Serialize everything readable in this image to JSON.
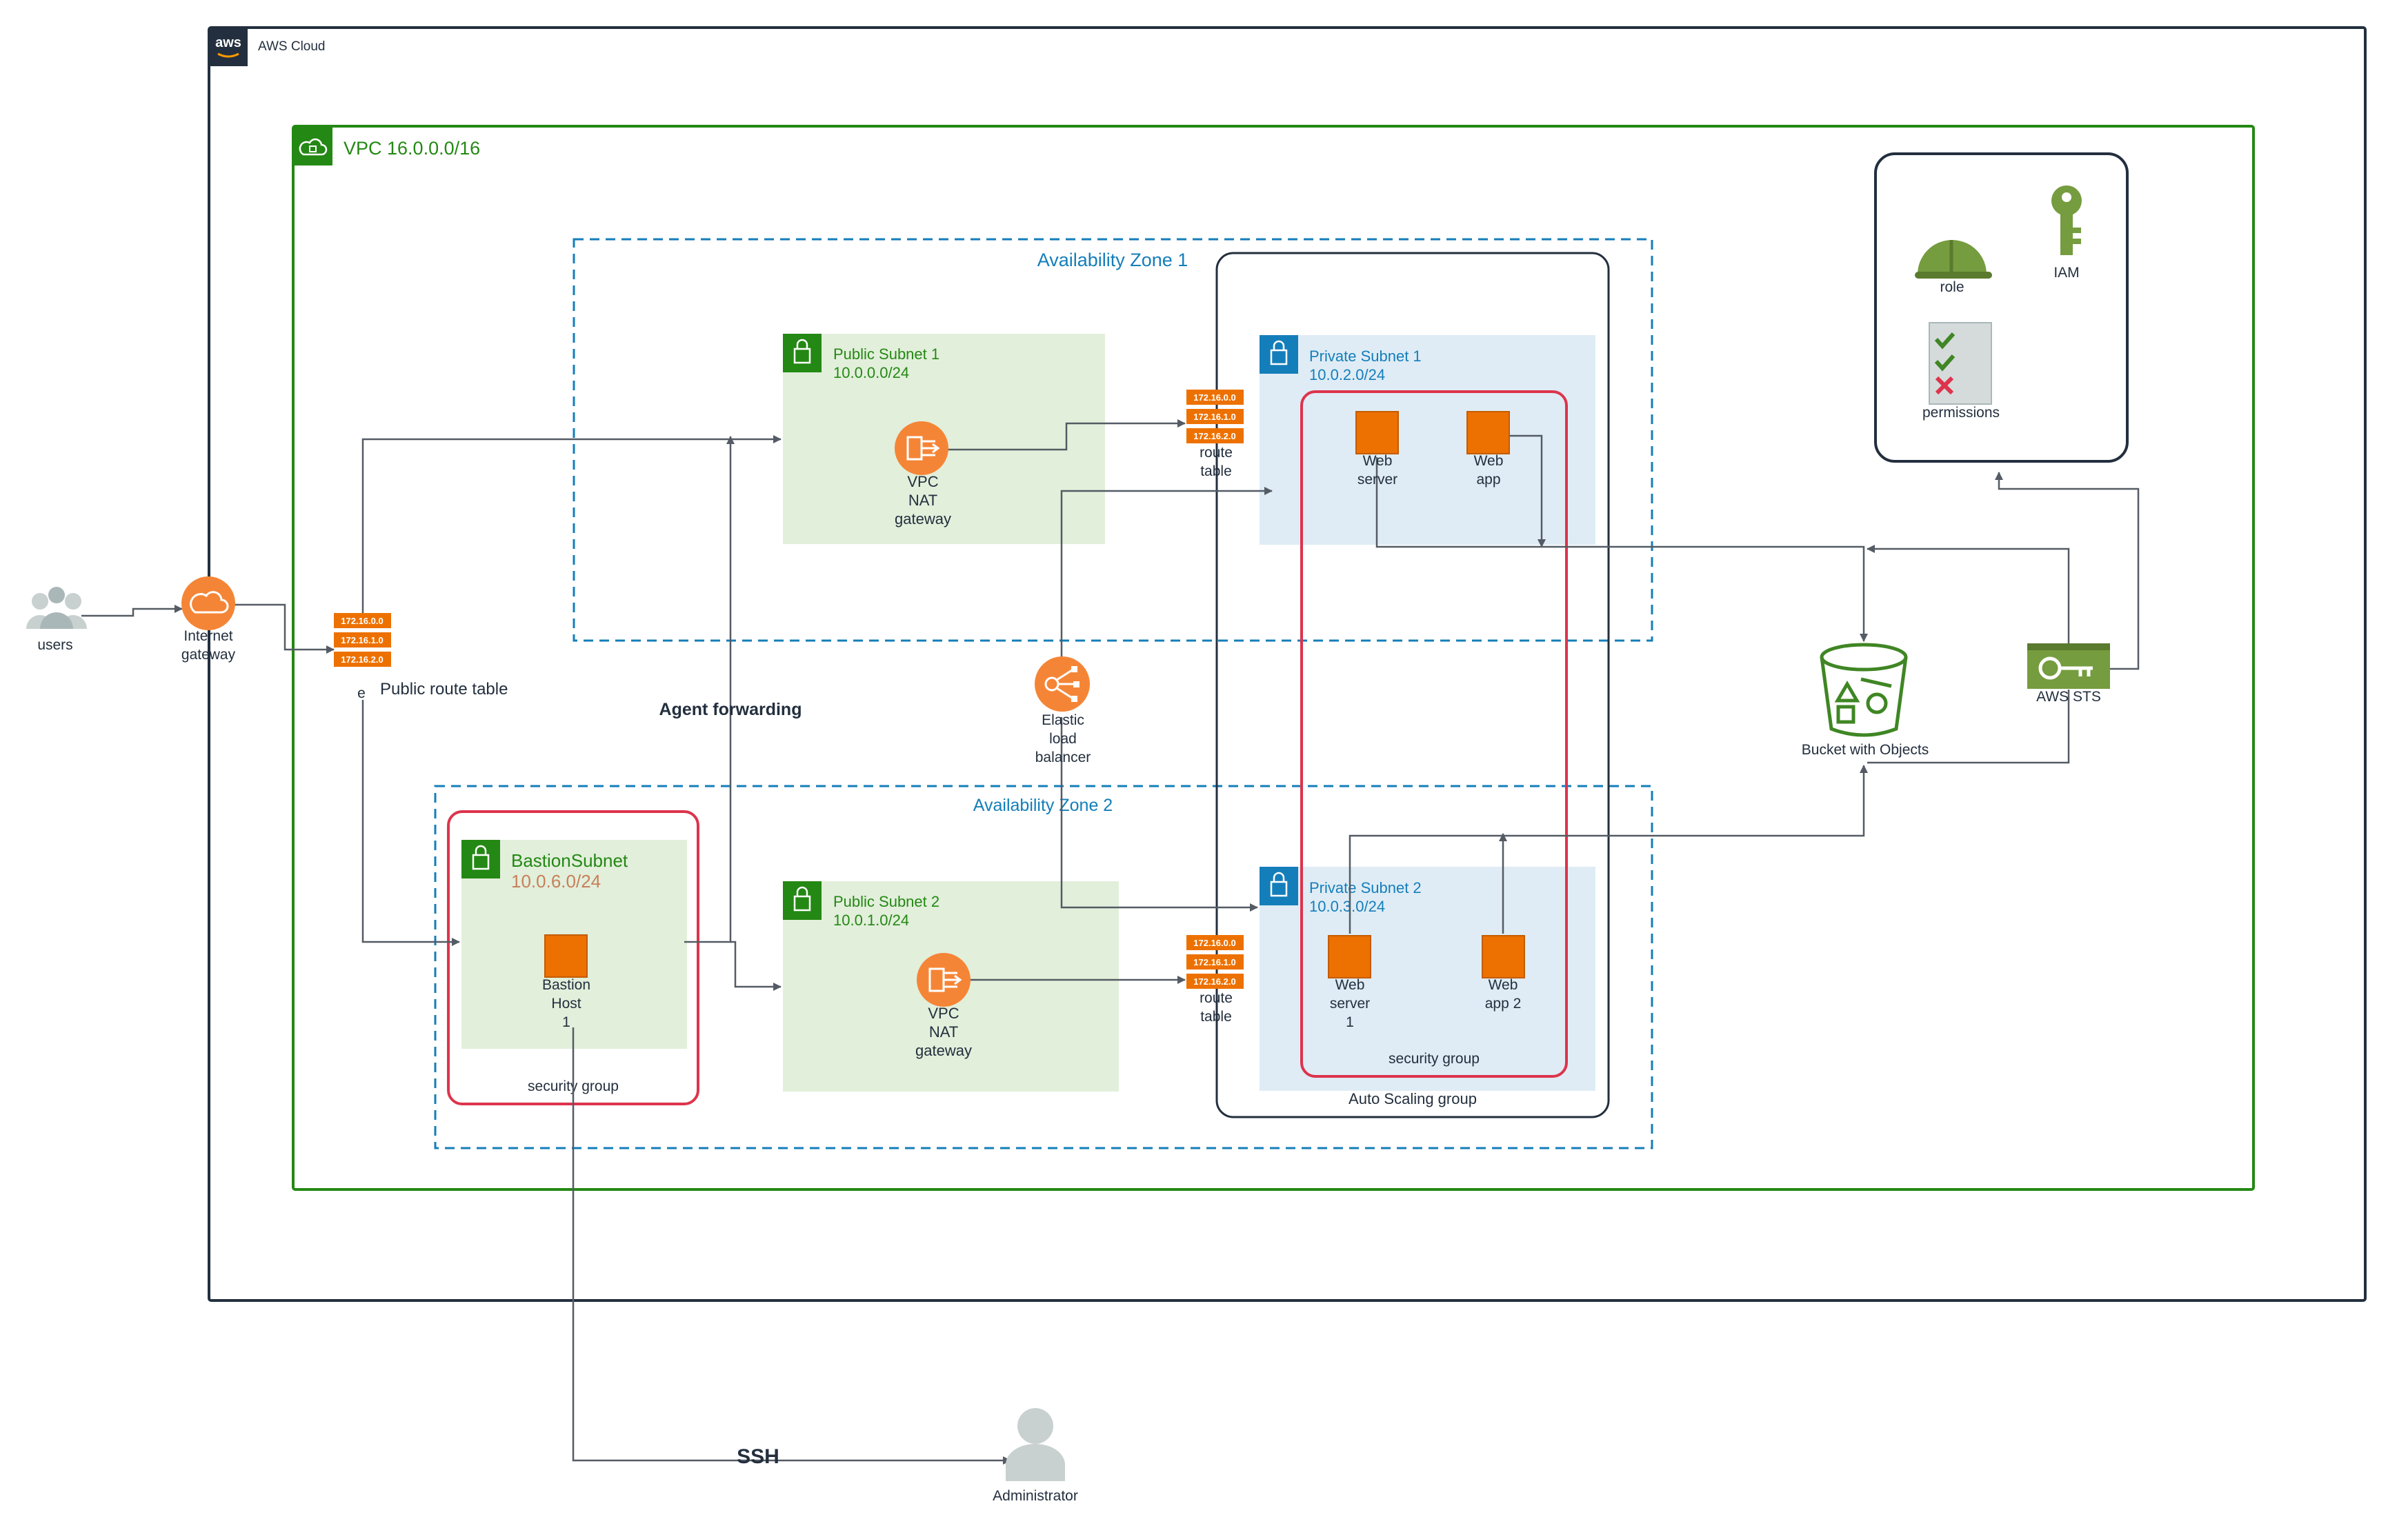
{
  "aws_cloud": {
    "logo": "aws",
    "label": "AWS Cloud"
  },
  "vpc": {
    "label": "VPC 16.0.0.0/16"
  },
  "az1": {
    "label": "Availability Zone 1"
  },
  "az2": {
    "label": "Availability Zone 2"
  },
  "public_subnet_1": {
    "name": "Public Subnet 1",
    "cidr": "10.0.0.0/24"
  },
  "public_subnet_2": {
    "name": "Public Subnet 2",
    "cidr": "10.0.1.0/24"
  },
  "private_subnet_1": {
    "name": "Private Subnet 1",
    "cidr": "10.0.2.0/24"
  },
  "private_subnet_2": {
    "name": "Private Subnet 2",
    "cidr": "10.0.3.0/24"
  },
  "bastion_subnet": {
    "name": "BastionSubnet",
    "cidr": "10.0.6.0/24"
  },
  "nat1": {
    "l1": "VPC",
    "l2": "NAT",
    "l3": "gateway"
  },
  "nat2": {
    "l1": "VPC",
    "l2": "NAT",
    "l3": "gateway"
  },
  "route_table_rows": [
    "172.16.0.0",
    "172.16.1.0",
    "172.16.2.0"
  ],
  "rt1": {
    "l1": "route",
    "l2": "table"
  },
  "rt2": {
    "l1": "route",
    "l2": "table"
  },
  "public_rt": {
    "label": "Public route table",
    "stub": "e"
  },
  "users": {
    "label": "users"
  },
  "igw": {
    "l1": "Internet",
    "l2": "gateway"
  },
  "elb": {
    "l1": "Elastic",
    "l2": "load",
    "l3": "balancer"
  },
  "agent_forwarding": {
    "label": "Agent forwarding"
  },
  "web_server_1": {
    "l1": "Web",
    "l2": "server"
  },
  "web_app_1": {
    "l1": "Web",
    "l2": "app"
  },
  "web_server_2": {
    "l1": "Web",
    "l2": "server",
    "l3": "1"
  },
  "web_app_2": {
    "l1": "Web",
    "l2": "app 2"
  },
  "bastion_host": {
    "l1": "Bastion",
    "l2": "Host",
    "l3": "1"
  },
  "security_group_bastion": {
    "label": "security group"
  },
  "security_group_web": {
    "label": "security group"
  },
  "asg": {
    "label": "Auto Scaling group"
  },
  "bucket": {
    "label": "Bucket with Objects"
  },
  "sts": {
    "label": "AWS STS"
  },
  "iam_panel": {
    "role": "role",
    "iam": "IAM",
    "permissions": "permissions"
  },
  "ssh": {
    "label": "SSH"
  },
  "admin": {
    "label": "Administrator"
  },
  "colors": {
    "aws_dark": "#232f3e",
    "vpc_green": "#248814",
    "az_blue": "#147eba",
    "public_fill": "#e2efdb",
    "private_fill": "#dfecf5",
    "private_icon": "#147eba",
    "orange": "#ed7100",
    "orange_icon": "#f58536",
    "red": "#dd344c",
    "line": "#545b64",
    "bastion_cidr": "#c7805a",
    "sts_green": "#759c3e",
    "s3_green": "#3f8624"
  }
}
